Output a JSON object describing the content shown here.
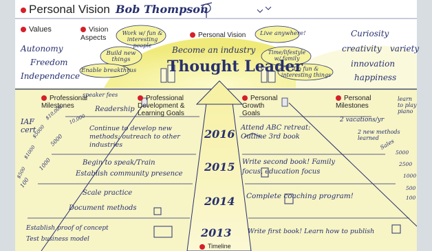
{
  "header": {
    "title": "Personal Vision",
    "name": "Bob Thompson"
  },
  "values": {
    "label": "Values",
    "left": [
      "Autonomy",
      "Freedom",
      "Independence"
    ],
    "right": [
      "Curiosity",
      "creativity",
      "variety",
      "innovation",
      "happiness"
    ]
  },
  "vision_aspects": {
    "label": "Vision Aspects",
    "items": [
      "Work w/ fun & interesting people",
      "Build new things",
      "Enable breakthrus",
      "Live anywhere!",
      "Time/lifestyle w/ family",
      "Do fun & interesting things"
    ]
  },
  "center": {
    "label": "Personal Vision",
    "statement_1": "Become an industry",
    "statement_2": "Thought Leader"
  },
  "columns": {
    "professional_milestones": "Professional Milestones",
    "development": "Professional Development & Learning Goals",
    "growth": "Personal Growth Goals",
    "personal_milestones": "Personal Milestones"
  },
  "milestones_left": {
    "speaker_fees": "speaker fees",
    "readership": "Readership",
    "iaf_cert": "IAF cert",
    "axis": [
      "10,000",
      "5000",
      "1000",
      "100"
    ],
    "fees": [
      "$10,000",
      "$5000",
      "$1000",
      "$500"
    ]
  },
  "rows": [
    {
      "year": "2016",
      "left": "Continue to develop new methods; outreach to other industries",
      "right": "Attend ABC retreat: Outline 3rd book"
    },
    {
      "year": "2015",
      "left": "Begin to speak/Train",
      "left_2": "Establish community presence",
      "right": "Write second book! Family focus, education focus"
    },
    {
      "year": "2014",
      "left": "Scale practice",
      "left_2": "Document methods",
      "right": "Complete coaching program!"
    },
    {
      "year": "2013",
      "left": "Establish proof of concept",
      "left_2": "Test business model",
      "right": "Write first book! Learn how to publish"
    }
  ],
  "timeline_label": "Timeline",
  "milestones_right": {
    "learn_piano": "learn to play piano",
    "vacations": "2 vacations/yr",
    "methods": "2 new methods learned",
    "sales": "Sales",
    "sales_axis": [
      "5000",
      "2500",
      "1000",
      "500",
      "100"
    ]
  },
  "colors": {
    "bullet": "#d5202a",
    "ink": "#27306e",
    "field": "#f6f3b2",
    "hill": "#f3ee86",
    "sky": "#ffffff",
    "frame": "#d7dde0"
  }
}
